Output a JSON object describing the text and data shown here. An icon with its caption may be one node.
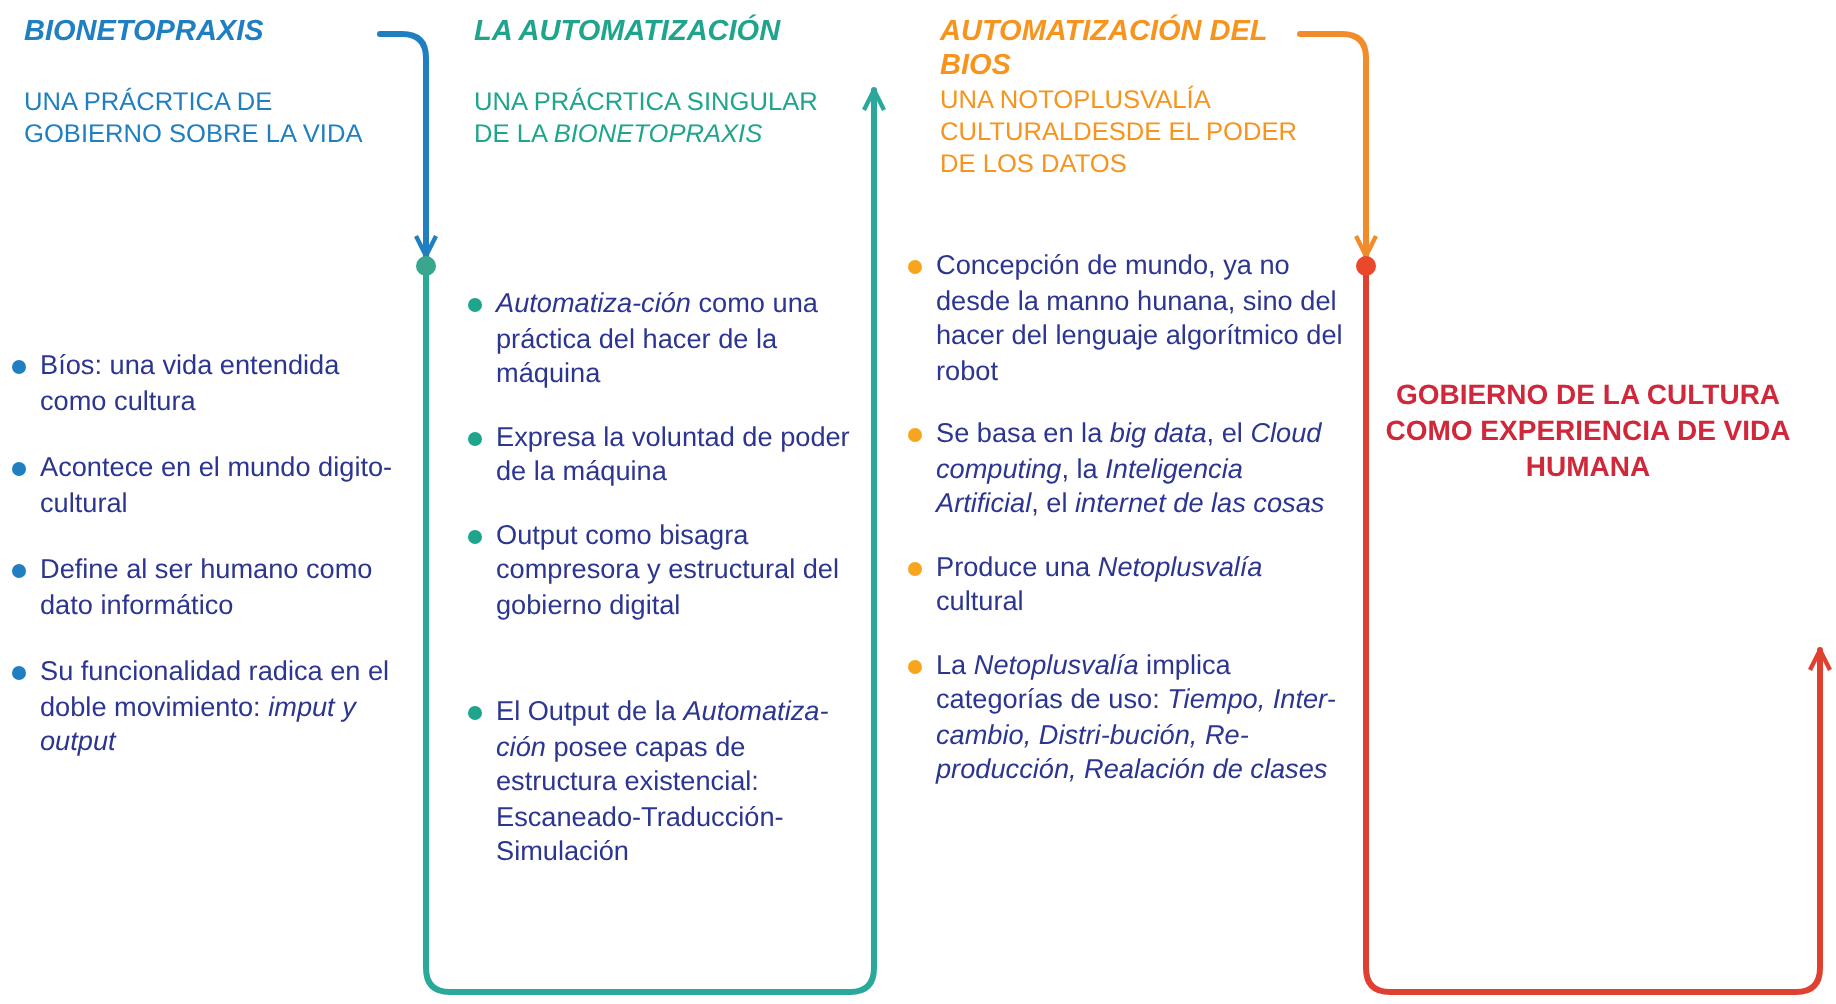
{
  "diagram": {
    "nodes": [
      {
        "text": [
          "BIONETOPRAXIS",
          "UNA PRÁCRTICA DE GOBIERNO SOBRE LA VIDA"
        ]
      },
      {
        "text": [
          "LA AUTOMATIZACIÓN",
          "UNA PRÁCRTICA SINGULAR DE LA *BIONETOPRAXIS*"
        ]
      },
      {
        "text": [
          "AUTOMATIZACIÓN DEL BIOS",
          "UNA NOTOPLUSVALÍA CULTURALDESDE EL PODER DE LOS DATOS"
        ]
      },
      {
        "text": [
          "Bíos: una vida entendida como cultura",
          "Acontece en el mundo digito-cultural",
          "Define al ser humano como dato informático",
          "Su funcionalidad radica en el doble movimiento: *imput y output*"
        ]
      },
      {
        "text": [
          "*Automatiza-ción* como una práctica del hacer de la máquina",
          "Expresa la voluntad de poder de la máquina",
          "Output como bisagra compresora y estructural del gobierno digital",
          "El Output de la *Automatiza-ción* posee capas de estructura existencial: Escaneado-Traducción-Simulación"
        ]
      },
      {
        "text": [
          "Concepción de mundo, ya no desde la manno hunana, sino del hacer del lenguaje algorítmico del robot",
          "Se basa en la *big data*, el *Cloud computing*, la *Inteligencia Artificial*, el *internet de las cosas*",
          "Produce una *Netoplusvalía* cultural",
          "La *Netoplusvalía* implica categorías de uso: *Tiempo, Inter-cambio, Distri-bución, Re-producción, Realación de clases*"
        ]
      },
      {
        "text": [
          "GOBIERNO DE LA CULTURA COMO EXPERIENCIA DE VIDA HUMANA"
        ]
      },
      {
        "text": [],
        "shape": "circle"
      },
      {
        "text": [],
        "shape": "circle"
      }
    ],
    "edges": [
      {
        "from": 0,
        "to": 7,
        "arrow": "to",
        "color": "#1f7fc1"
      },
      {
        "from": 7,
        "to": 1,
        "arrow": "to",
        "color": "#2aa89a"
      },
      {
        "from": 2,
        "to": 8,
        "arrow": "to",
        "color": "#f28c2a"
      },
      {
        "from": 8,
        "to": null,
        "arrow": "to",
        "color": "#e0402f"
      }
    ]
  }
}
